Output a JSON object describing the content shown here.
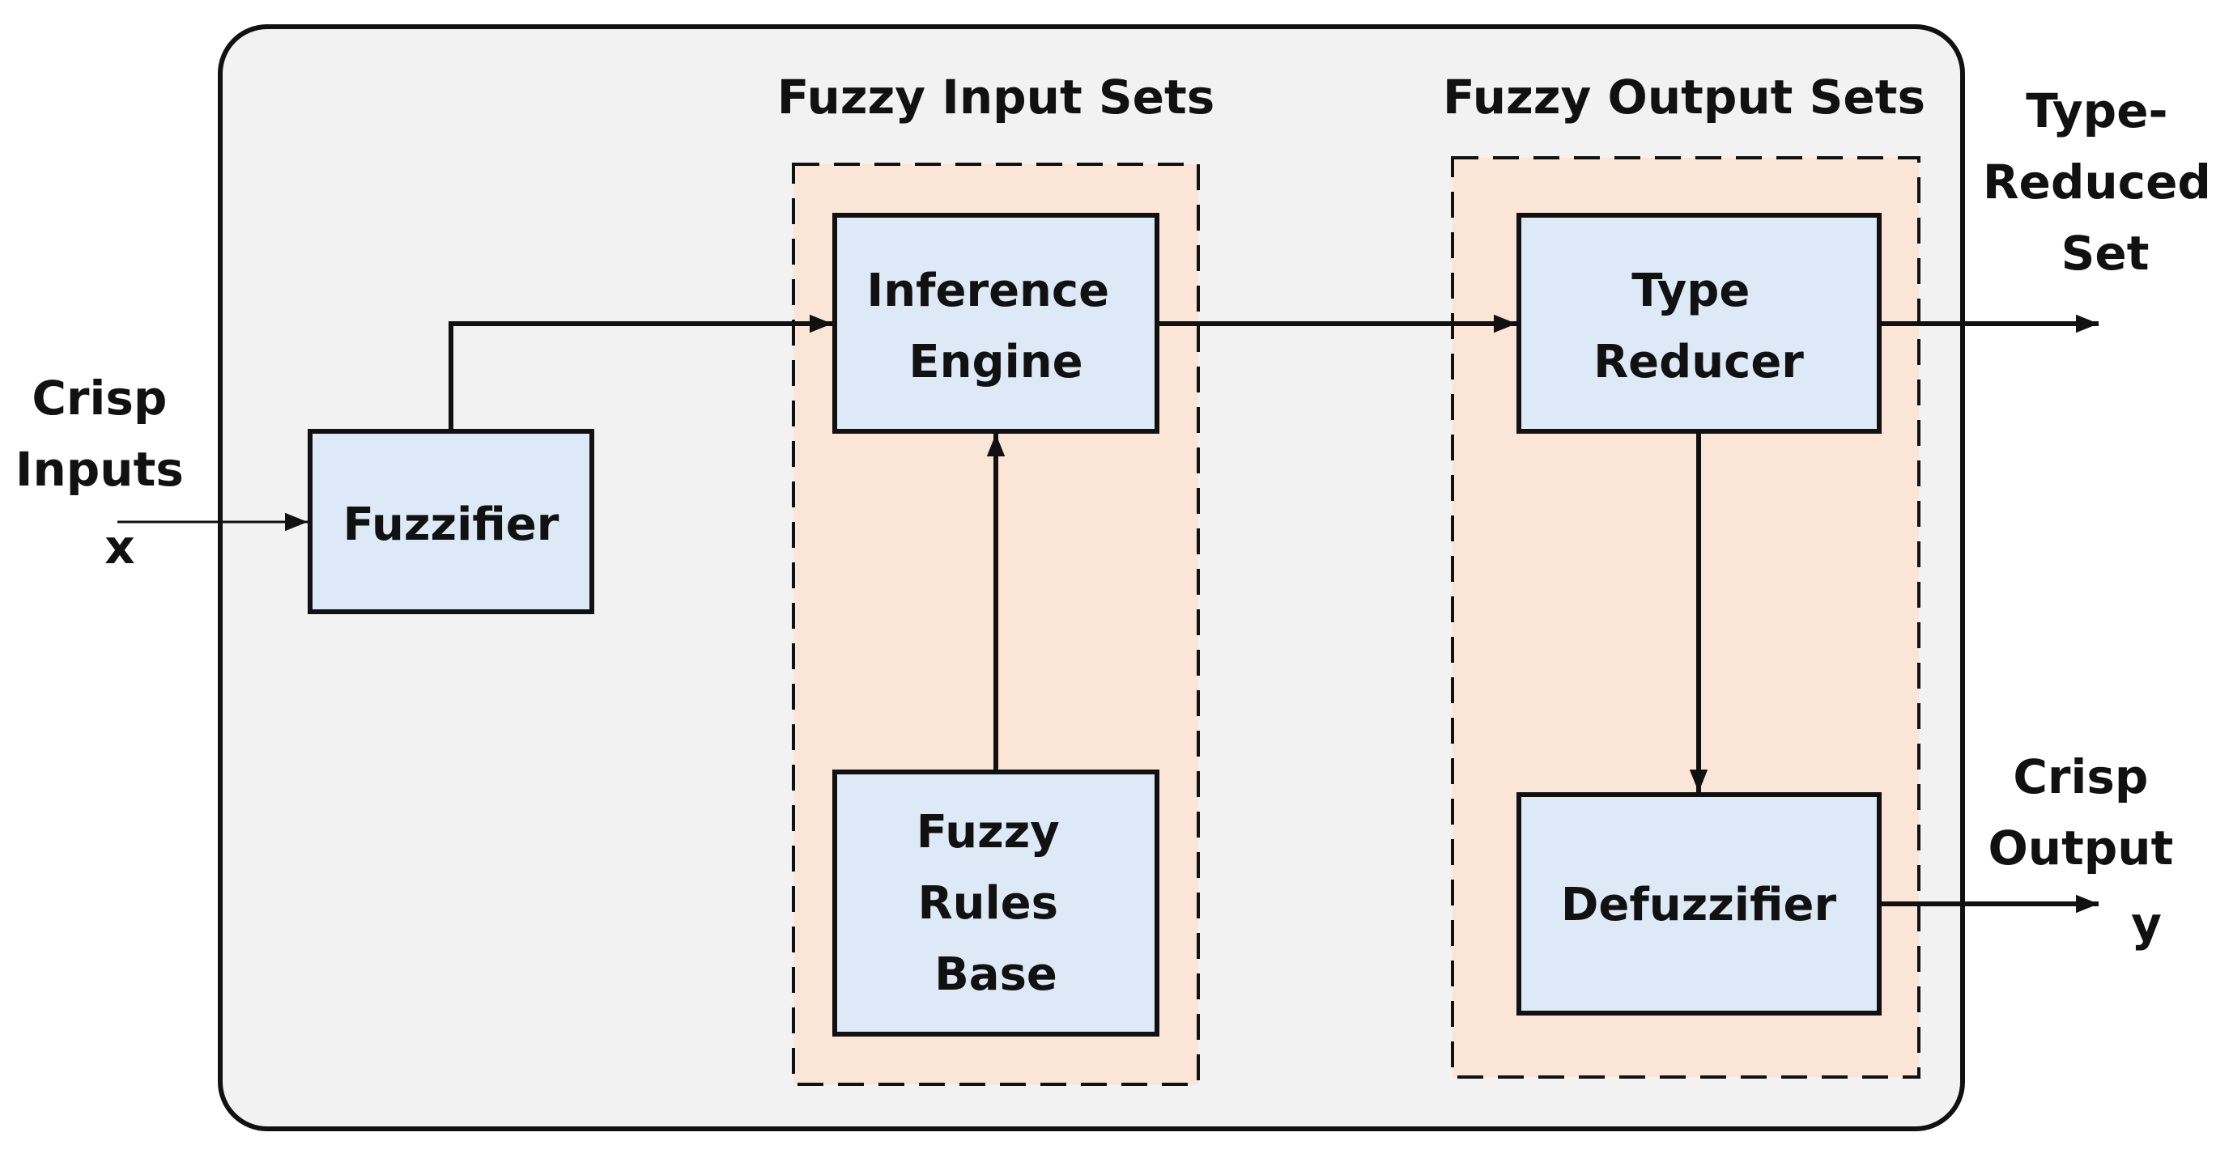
{
  "colors": {
    "frame_fill": "#f2f2f2",
    "frame_stroke": "#111111",
    "group_fill": "#fbe5d6",
    "block_fill": "#dde9f6",
    "stroke": "#111111"
  },
  "groups": {
    "input_sets": "Fuzzy Input Sets",
    "output_sets": "Fuzzy Output Sets"
  },
  "blocks": {
    "fuzzifier": [
      "Fuzzifier"
    ],
    "inference_engine": [
      "Inference",
      "Engine"
    ],
    "rules_base": [
      "Fuzzy",
      "Rules",
      "Base"
    ],
    "type_reducer": [
      "Type",
      "Reducer"
    ],
    "defuzzifier": [
      "Defuzzifier"
    ]
  },
  "terminals": {
    "input": [
      "Crisp",
      "Inputs",
      "x"
    ],
    "type_reduced": [
      "Type-",
      "Reduced",
      "Set"
    ],
    "output": [
      "Crisp",
      "Output",
      "y"
    ]
  }
}
